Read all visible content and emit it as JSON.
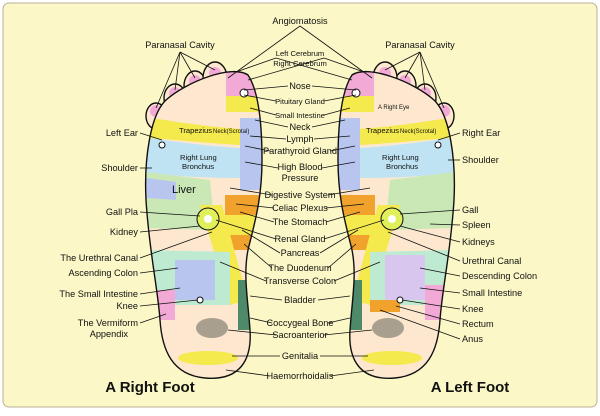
{
  "colors": {
    "frame_bg": "#fbf7c6",
    "foot_fill": "#fde8cf",
    "toe_pink": "#f2a9d6",
    "yellow": "#f4e94d",
    "yellow_green": "#dff05a",
    "light_blue": "#bfe3f2",
    "periwinkle": "#b8c6ef",
    "lavender": "#d9c6ee",
    "green": "#c9e8b6",
    "mint": "#bfead2",
    "dark_green": "#4e8a6a",
    "orange": "#f0a22c",
    "grey": "#a89f8e"
  },
  "titles": {
    "right_foot": "A Right Foot",
    "left_foot": "A Left Foot"
  },
  "center": {
    "angiomatosis": "Angiomatosis",
    "left_cerebrum": "Left Cerebrum",
    "right_cerebrum": "Right Cerebrum",
    "nose": "Nose",
    "pituitary_gland": "Pituitary Gland",
    "small_intestine": "Small Intestine",
    "neck": "Neck",
    "lymph": "Lymph",
    "parathyroid_gland": "Parathyroid Gland",
    "high_blood": "High Blood",
    "pressure": "Pressure",
    "digestive_system": "Digestive System",
    "celiac_plexus": "Celiac Plexus",
    "the_stomach": "The Stomach",
    "renal_gland": "Renal Gland",
    "pancreas": "Pancreas",
    "the_duodenum": "The Duodenum",
    "transverse_colon": "Transverse Colon",
    "bladder": "Bladder",
    "coccygeal_bone": "Coccygeal Bone",
    "sacroanterior": "Sacroanterior",
    "genitalia": "Genitalia",
    "haemorrhoidalis": "Haemorrhoidalis"
  },
  "right_side_labels": {
    "paranasal_cavity": "Paranasal Cavity",
    "left_ear": "Left Ear",
    "shoulder": "Shoulder",
    "gall_pla": "Gall Pla",
    "kidney": "Kidney",
    "urethral_canal": "The Urethral Canal",
    "ascending_colon": "Ascending Colon",
    "small_intestine": "The Small Intestine",
    "knee": "Knee",
    "vermiform": "The Vermiform",
    "appendix": "Appendix"
  },
  "left_side_labels": {
    "paranasal_cavity": "Paranasal Cavity",
    "right_ear": "Right Ear",
    "shoulder": "Shoulder",
    "gall": "Gall",
    "spleen": "Spleen",
    "kidneys": "Kidneys",
    "urethral_canal": "Urethral Canal",
    "descending_colon": "Descending Colon",
    "small_intestine": "Small Intestine",
    "knee": "Knee",
    "rectum": "Rectum",
    "anus": "Anus"
  },
  "in_foot": {
    "right": {
      "trapezius": "Trapezius",
      "trapezius_sub": "Neck(Scrotal)",
      "right_lung": "Right Lung",
      "bronchus": "Bronchus",
      "liver": "Liver"
    },
    "left": {
      "trapezius": "Trapezius",
      "trapezius_sub": "Neck(Scrotal)",
      "right_lung": "Right Lung",
      "bronchus": "Bronchus",
      "a_right_eye": "A Right Eye"
    }
  }
}
